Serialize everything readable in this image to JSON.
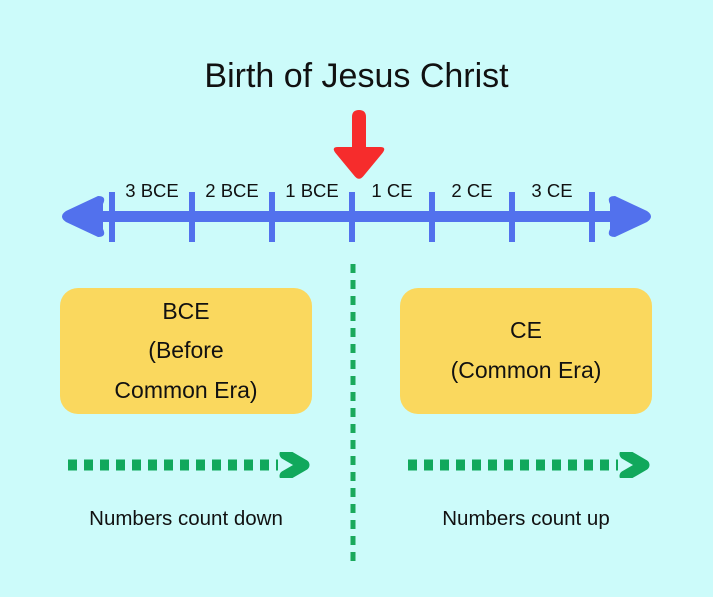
{
  "title": "Birth of Jesus Christ",
  "pointer": {
    "icon": "down-arrow-icon",
    "color": "#f62c2c",
    "points_to": "boundary between 1 BCE and 1 CE"
  },
  "timeline": {
    "icon": "double-headed-arrow-icon",
    "color": "#5271ed",
    "left_arrow_icon": "arrow-left-icon",
    "right_arrow_icon": "arrow-right-icon",
    "tick_count": 7,
    "segments": [
      {
        "label": "3 BCE",
        "era": "BCE",
        "value": -3
      },
      {
        "label": "2 BCE",
        "era": "BCE",
        "value": -2
      },
      {
        "label": "1 BCE",
        "era": "BCE",
        "value": -1
      },
      {
        "label": "1 CE",
        "era": "CE",
        "value": 1
      },
      {
        "label": "2 CE",
        "era": "CE",
        "value": 2
      },
      {
        "label": "3 CE",
        "era": "CE",
        "value": 3
      }
    ]
  },
  "divider": {
    "icon": "vertical-dashed-line-icon",
    "color": "#1aa95c",
    "style": "dashed"
  },
  "eras": {
    "bce": {
      "abbreviation": "BCE",
      "expansion_line1": "(Before",
      "expansion_line2": "Common Era)",
      "box_color": "#fad85e"
    },
    "ce": {
      "abbreviation": "CE",
      "expansion_line1": "(Common Era)",
      "box_color": "#fad85e"
    }
  },
  "directions": {
    "left": {
      "arrow_icon": "dotted-arrow-right-icon",
      "arrow_color": "#12a css",
      "caption": "Numbers count down"
    },
    "right": {
      "arrow_icon": "dotted-arrow-right-icon",
      "caption": "Numbers count up"
    }
  },
  "colors": {
    "background": "#ccfbfa",
    "timeline_blue": "#5271ed",
    "pointer_red": "#f62c2c",
    "box_yellow": "#fad85e",
    "accent_green": "#11a85c",
    "text": "#111111"
  }
}
